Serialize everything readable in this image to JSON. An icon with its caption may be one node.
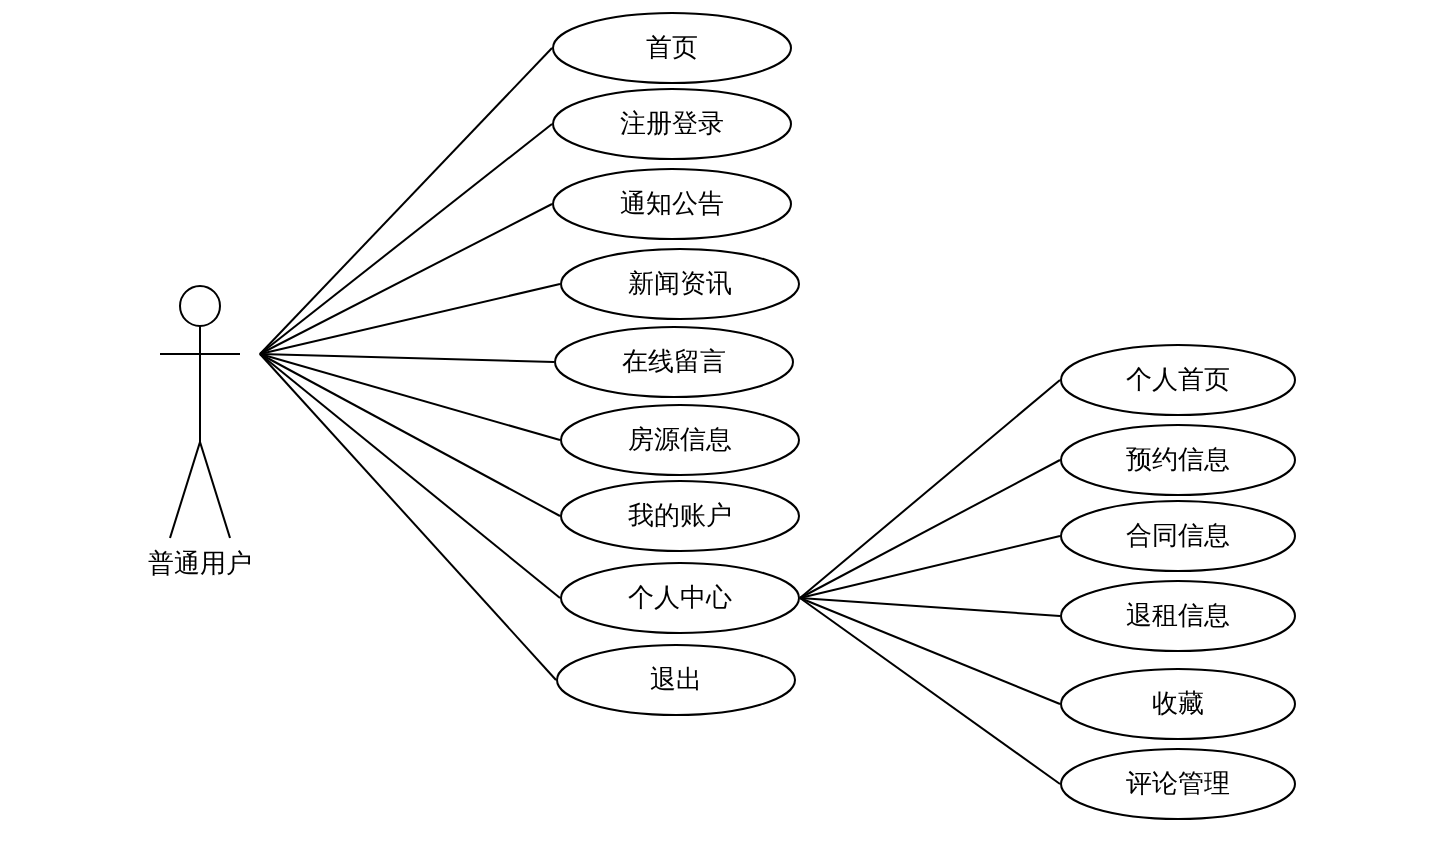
{
  "diagram": {
    "nodes": [
      {
        "text": [
          "普通用户"
        ]
      },
      {
        "text": [
          "首页"
        ]
      },
      {
        "text": [
          "注册登录"
        ]
      },
      {
        "text": [
          "通知公告"
        ]
      },
      {
        "text": [
          "新闻资讯"
        ]
      },
      {
        "text": [
          "在线留言"
        ]
      },
      {
        "text": [
          "房源信息"
        ]
      },
      {
        "text": [
          "我的账户"
        ]
      },
      {
        "text": [
          "个人中心"
        ]
      },
      {
        "text": [
          "退出"
        ]
      },
      {
        "text": [
          "个人首页"
        ]
      },
      {
        "text": [
          "预约信息"
        ]
      },
      {
        "text": [
          "合同信息"
        ]
      },
      {
        "text": [
          "退租信息"
        ]
      },
      {
        "text": [
          "收藏"
        ]
      },
      {
        "text": [
          "评论管理"
        ]
      }
    ],
    "edges": [
      {
        "from": 0,
        "to": 1,
        "arrow": "none"
      },
      {
        "from": 0,
        "to": 2,
        "arrow": "none"
      },
      {
        "from": 0,
        "to": 3,
        "arrow": "none"
      },
      {
        "from": 0,
        "to": 4,
        "arrow": "none"
      },
      {
        "from": 0,
        "to": 5,
        "arrow": "none"
      },
      {
        "from": 0,
        "to": 6,
        "arrow": "none"
      },
      {
        "from": 0,
        "to": 7,
        "arrow": "none"
      },
      {
        "from": 0,
        "to": 8,
        "arrow": "none"
      },
      {
        "from": 0,
        "to": 9,
        "arrow": "none"
      },
      {
        "from": 8,
        "to": 10,
        "arrow": "none"
      },
      {
        "from": 8,
        "to": 11,
        "arrow": "none"
      },
      {
        "from": 8,
        "to": 12,
        "arrow": "none"
      },
      {
        "from": 8,
        "to": 13,
        "arrow": "none"
      },
      {
        "from": 8,
        "to": 14,
        "arrow": "none"
      },
      {
        "from": 8,
        "to": 15,
        "arrow": "none"
      }
    ]
  }
}
